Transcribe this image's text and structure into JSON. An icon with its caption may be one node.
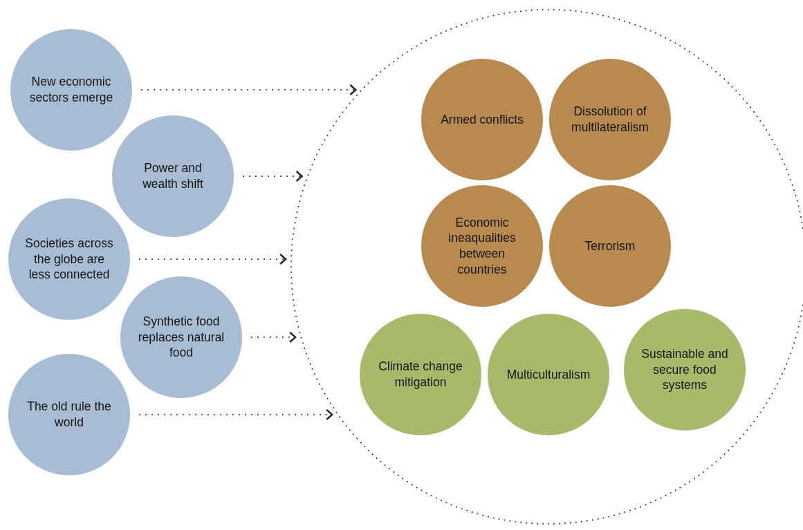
{
  "diagram": {
    "nodes": [
      {
        "text": [
          "New economic sectors emerge"
        ]
      },
      {
        "text": [
          "Power and wealth shift"
        ]
      },
      {
        "text": [
          "Societies across the globe are less connected"
        ]
      },
      {
        "text": [
          "Synthetic food replaces natural food"
        ]
      },
      {
        "text": [
          "The old rule the world"
        ]
      },
      {
        "text": [],
        "shape": "circle"
      },
      {
        "text": [
          "Armed conflicts"
        ],
        "in": 5
      },
      {
        "text": [
          "Dissolution of multilateralism"
        ],
        "in": 5
      },
      {
        "text": [
          "Economic ineaqualities between countries"
        ],
        "in": 5
      },
      {
        "text": [
          "Terrorism"
        ],
        "in": 5
      },
      {
        "text": [
          "Climate change mitigation"
        ],
        "in": 5
      },
      {
        "text": [
          "Multiculturalism"
        ],
        "in": 5
      },
      {
        "text": [
          "Sustainable and secure food systems"
        ],
        "in": 5
      }
    ],
    "edges": [
      {
        "from": 0,
        "to": 5,
        "arrow": "to"
      },
      {
        "from": 1,
        "to": 5,
        "arrow": "to"
      },
      {
        "from": 2,
        "to": 5,
        "arrow": "to"
      },
      {
        "from": 3,
        "to": 5,
        "arrow": "to"
      },
      {
        "from": 4,
        "to": 5,
        "arrow": "to"
      }
    ]
  }
}
